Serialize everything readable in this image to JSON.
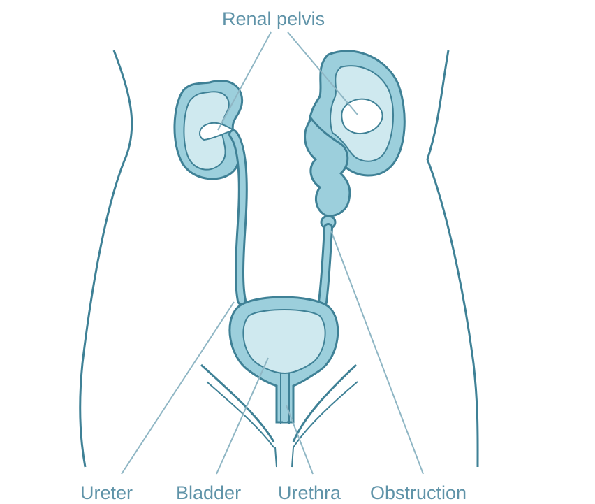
{
  "diagram": {
    "labels": {
      "renal_pelvis": "Renal pelvis",
      "ureter": "Ureter",
      "bladder": "Bladder",
      "urethra": "Urethra",
      "obstruction": "Obstruction"
    },
    "colors": {
      "outline": "#3f8196",
      "organ_fill": "#9ccfdc",
      "organ_light": "#cfe9ef",
      "label_text": "#5f93a8",
      "leader_line": "#8fb6c4"
    }
  }
}
